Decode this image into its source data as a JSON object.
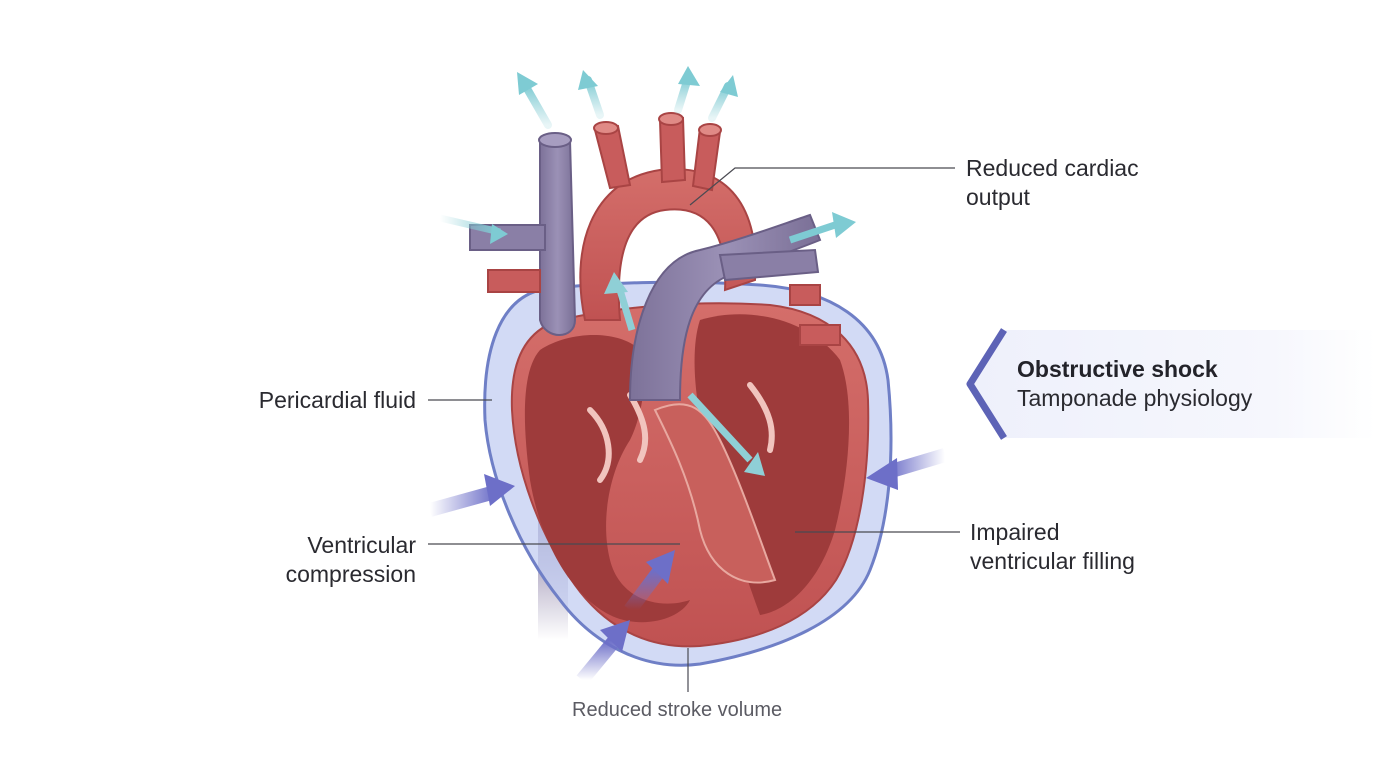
{
  "labels": {
    "reduced_cardiac_output": [
      "Reduced cardiac",
      "output"
    ],
    "pericardial_fluid": "Pericardial fluid",
    "ventricular_compression": [
      "Ventricular",
      "compression"
    ],
    "impaired_filling": [
      "Impaired",
      "ventricular filling"
    ],
    "reduced_stroke_volume": "Reduced stroke volume"
  },
  "callout": {
    "title": "Obstructive shock",
    "subtitle": "Tamponade physiology"
  },
  "colors": {
    "myocardium": "#c85c5c",
    "chamber": "#9e3b3b",
    "vein": "#8a7fa6",
    "pericardium": "#6f7fc6",
    "fluid": "#b9c6ef",
    "flow_arrow": "#8fcfd6",
    "compression_arrow": "#6d6fc8"
  }
}
